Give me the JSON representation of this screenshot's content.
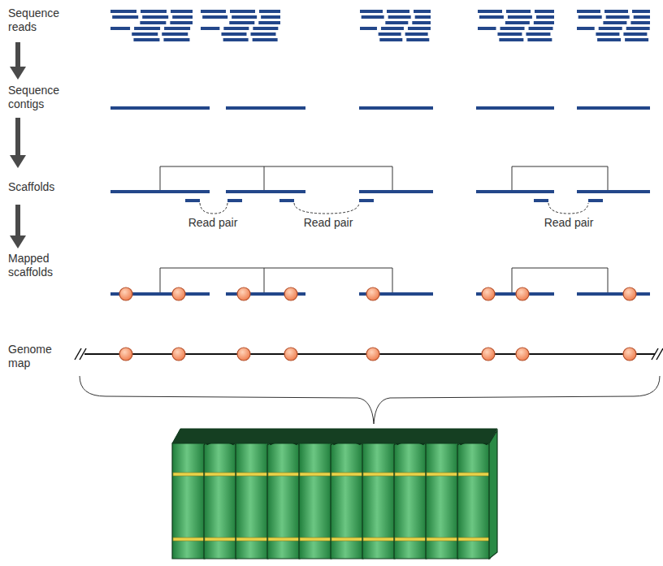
{
  "diagram": {
    "labels": [
      "Sequence reads",
      "Sequence contigs",
      "Scaffolds",
      "Mapped scaffolds",
      "Genome map",
      "Read pair",
      "Read pair",
      "Read pair"
    ]
  }
}
